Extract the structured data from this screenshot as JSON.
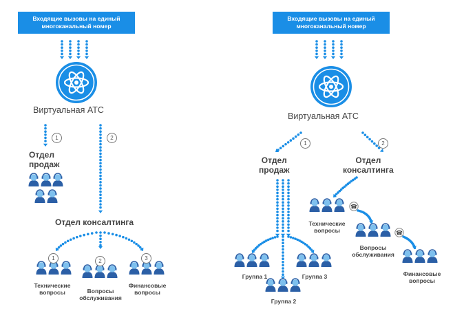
{
  "left": {
    "header_line1": "Входящие вызовы на единый",
    "header_line2": "многоканальный номер",
    "pbx_title": "Виртуальная АТС",
    "step1": "1",
    "step2": "2",
    "sales_line1": "Отдел",
    "sales_line2": "продаж",
    "consulting": "Отдел консалтинга",
    "sub1": "1",
    "sub2": "2",
    "sub3": "3",
    "tech_line1": "Технические",
    "tech_line2": "вопросы",
    "service_line1": "Вопросы",
    "service_line2": "обслуживания",
    "finance_line1": "Финансовые",
    "finance_line2": "вопросы"
  },
  "right": {
    "header_line1": "Входящие вызовы на единый",
    "header_line2": "многоканальный номер",
    "pbx_title": "Виртуальная АТС",
    "step1": "1",
    "step2": "2",
    "sales_line1": "Отдел",
    "sales_line2": "продаж",
    "consulting_line1": "Отдел",
    "consulting_line2": "консалтинга",
    "group1": "Группа 1",
    "group2": "Группа 2",
    "group3": "Группа 3",
    "tech_line1": "Технические",
    "tech_line2": "вопросы",
    "service_line1": "Вопросы",
    "service_line2": "обслуживания",
    "finance_line1": "Финансовые",
    "finance_line2": "вопросы"
  },
  "colors": {
    "accent": "#1a8ee6",
    "agent_body": "#2b5fa6",
    "agent_head": "#7ec0ee",
    "text": "#444444"
  },
  "icons": {
    "pbx": "atom-icon",
    "agent": "operator-icon",
    "transfer": "phone-transfer-icon"
  }
}
